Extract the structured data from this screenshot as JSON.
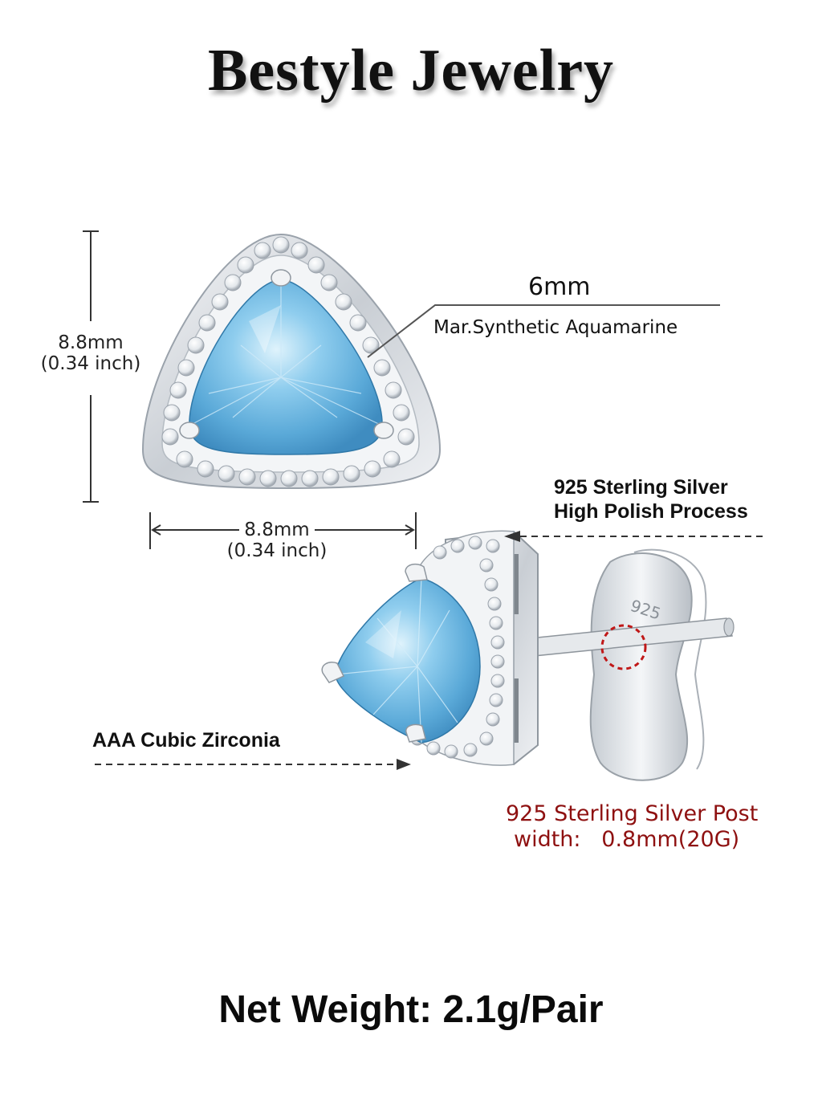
{
  "brand": {
    "title": "Bestyle Jewelry"
  },
  "dimensions": {
    "height_mm": "8.8mm",
    "height_inch": "(0.34 inch)",
    "width_mm": "8.8mm",
    "width_inch": "(0.34 inch)"
  },
  "callouts": {
    "stone_size": "6mm",
    "stone_type": "Mar.Synthetic Aquamarine",
    "silver_line1": "925 Sterling Silver",
    "silver_line2": "High Polish Process",
    "zirconia": "AAA Cubic Zirconia",
    "post_line1": "925 Sterling Silver Post",
    "post_line2": "width:   0.8mm(20G)"
  },
  "stamp": {
    "text": "925"
  },
  "footer": {
    "net_weight": "Net Weight: 2.1g/Pair"
  },
  "colors": {
    "aquamarine": "#7fc3e6",
    "silver": "#e3e6ea",
    "accent_red": "#8e1010"
  }
}
